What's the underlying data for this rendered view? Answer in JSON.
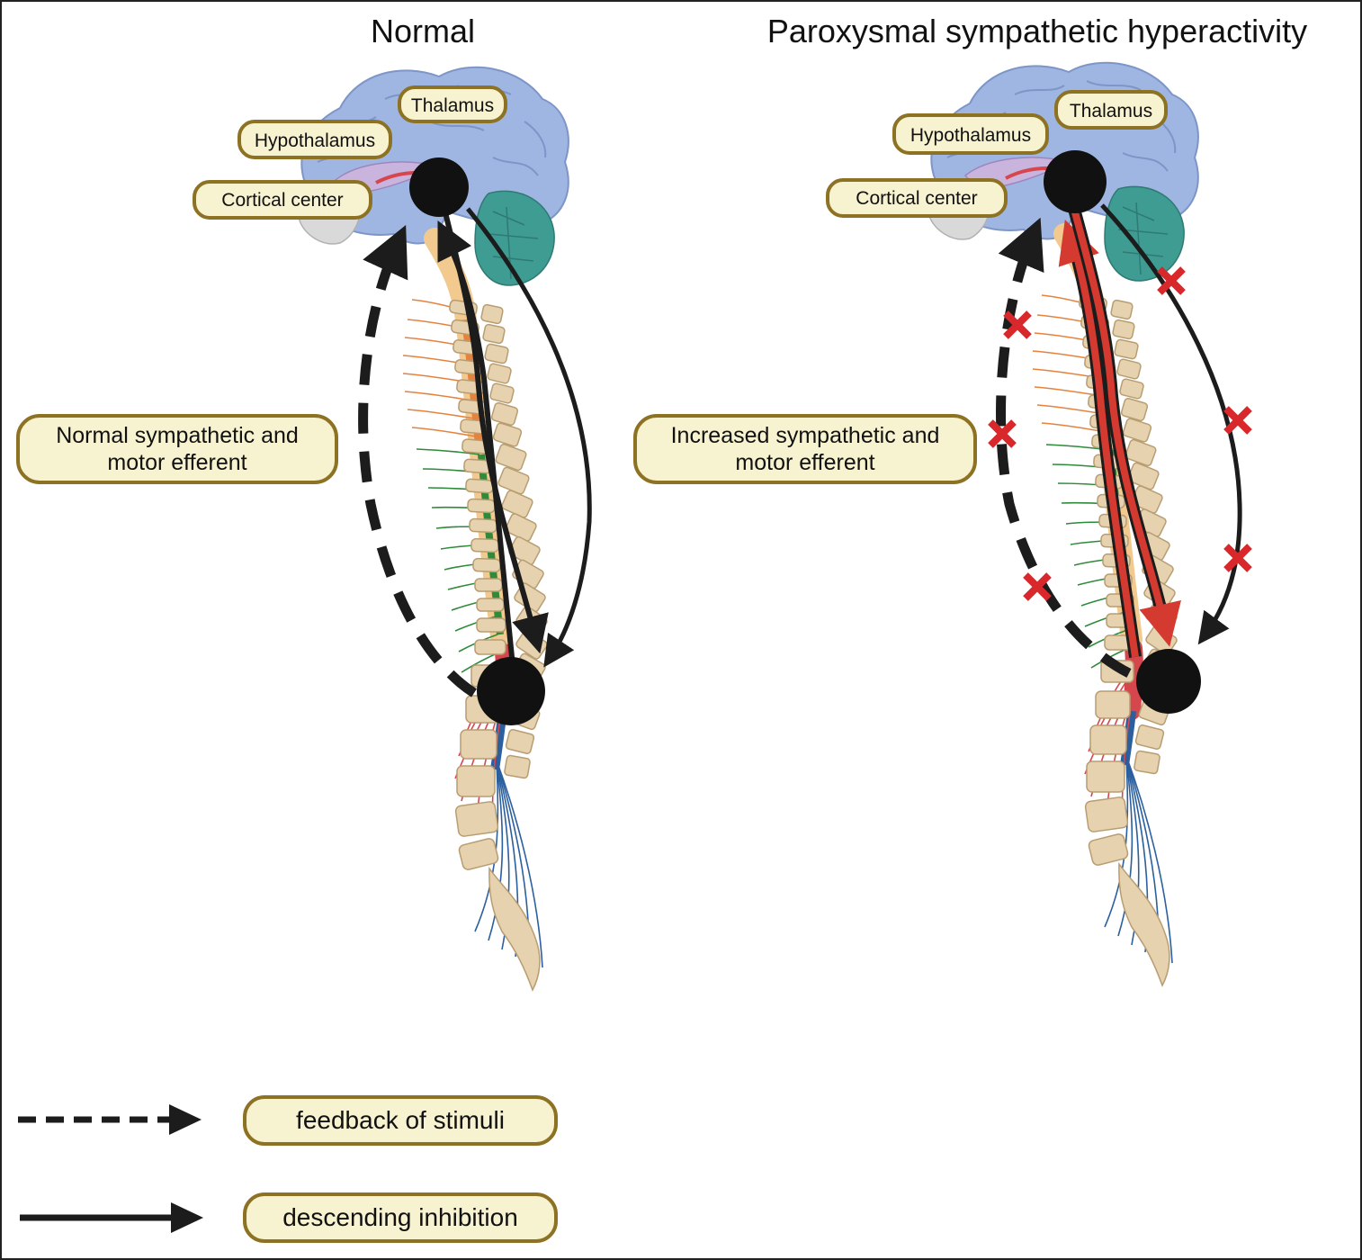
{
  "panels": {
    "normal": {
      "title": "Normal",
      "labels": {
        "thalamus": "Thalamus",
        "hypothalamus": "Hypothalamus",
        "cortical_center": "Cortical center"
      },
      "efferent_line1": "Normal sympathetic and",
      "efferent_line2": "motor efferent"
    },
    "psh": {
      "title": "Paroxysmal sympathetic hyperactivity",
      "labels": {
        "thalamus": "Thalamus",
        "hypothalamus": "Hypothalamus",
        "cortical_center": "Cortical center"
      },
      "efferent_line1": "Increased sympathetic and",
      "efferent_line2": "motor efferent"
    }
  },
  "legend": {
    "dashed": "feedback of stimuli",
    "solid": "descending inhibition"
  },
  "colors": {
    "brain": "#9fb6e3",
    "cerebellum": "#3f9c93",
    "vertebra": "#e6d2ae",
    "cord": "#f2c98f",
    "nerve_cervical": "#e5833e",
    "nerve_thoracic": "#2f8a3a",
    "nerve_lumbar": "#d6474d",
    "nerve_sacral": "#2b5f9e",
    "label_fill": "#f7f2cf",
    "label_border": "#8d7224",
    "cross": "#d8282c",
    "arrow": "#1c1c1c",
    "excitation": "#d43a30"
  }
}
